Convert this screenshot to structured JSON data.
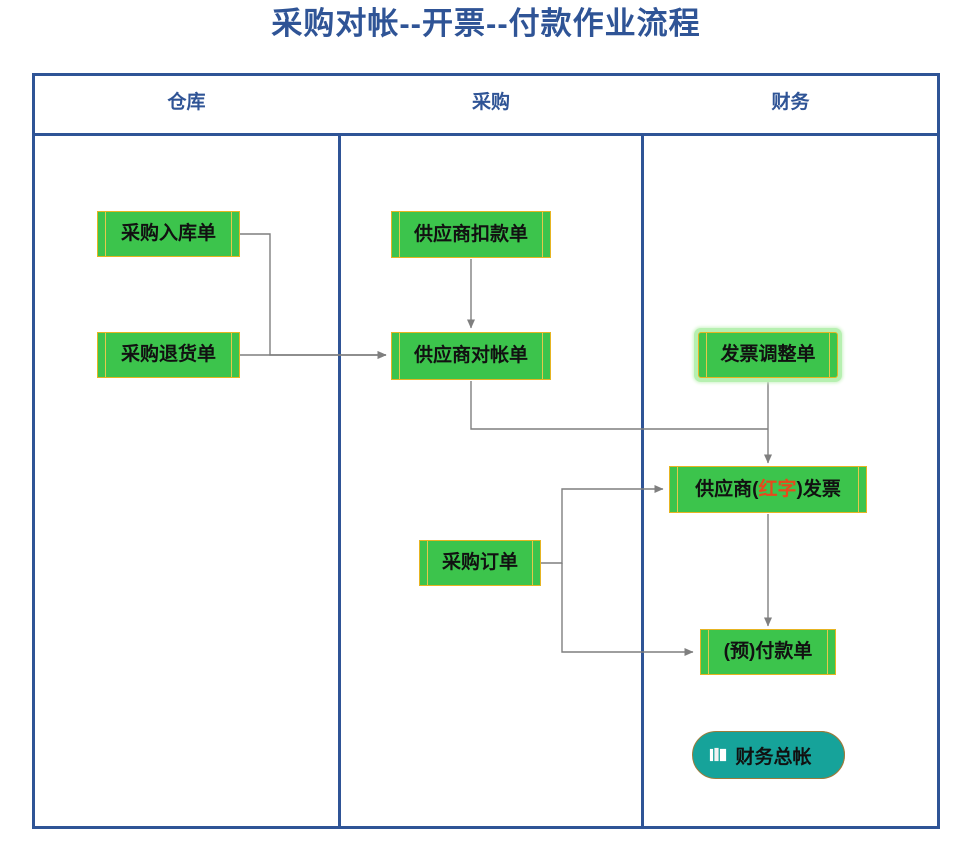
{
  "title": "采购对帐--开票--付款作业流程",
  "colors": {
    "title": "#2f5496",
    "frame": "#2f5496",
    "node_fill": "#3cc44c",
    "node_border": "#e6b422",
    "highlight_glow": "#b6f0b0",
    "accent_red": "#e8481c",
    "database_fill": "#16a39a",
    "connector": "#7f7f7f"
  },
  "lanes": [
    {
      "id": "warehouse",
      "label": "仓库"
    },
    {
      "id": "purchasing",
      "label": "采购"
    },
    {
      "id": "finance",
      "label": "财务"
    }
  ],
  "nodes": [
    {
      "id": "purchase-receipt",
      "label": "采购入库单",
      "lane": "warehouse",
      "shape": "process"
    },
    {
      "id": "purchase-return",
      "label": "采购退货单",
      "lane": "warehouse",
      "shape": "process"
    },
    {
      "id": "supplier-deduction",
      "label": "供应商扣款单",
      "lane": "purchasing",
      "shape": "process"
    },
    {
      "id": "supplier-reconciliation",
      "label": "供应商对帐单",
      "lane": "purchasing",
      "shape": "process"
    },
    {
      "id": "purchase-order",
      "label": "采购订单",
      "lane": "purchasing",
      "shape": "process"
    },
    {
      "id": "invoice-adjustment",
      "label": "发票调整单",
      "lane": "finance",
      "shape": "process",
      "state": "highlighted"
    },
    {
      "id": "supplier-invoice",
      "label_parts": [
        "供应商(",
        "红字",
        ")发票"
      ],
      "lane": "finance",
      "shape": "process"
    },
    {
      "id": "payment-voucher",
      "label": "(预)付款单",
      "lane": "finance",
      "shape": "process"
    },
    {
      "id": "general-ledger",
      "label": "财务总帐",
      "lane": "finance",
      "shape": "database",
      "icon": "book-icon"
    }
  ],
  "edges": [
    {
      "from": "purchase-receipt",
      "to": "supplier-reconciliation"
    },
    {
      "from": "purchase-return",
      "to": "supplier-reconciliation"
    },
    {
      "from": "supplier-deduction",
      "to": "supplier-reconciliation"
    },
    {
      "from": "supplier-reconciliation",
      "to": "supplier-invoice"
    },
    {
      "from": "invoice-adjustment",
      "to": "supplier-invoice"
    },
    {
      "from": "purchase-order",
      "to": "supplier-invoice"
    },
    {
      "from": "purchase-order",
      "to": "payment-voucher"
    },
    {
      "from": "supplier-invoice",
      "to": "payment-voucher"
    }
  ]
}
